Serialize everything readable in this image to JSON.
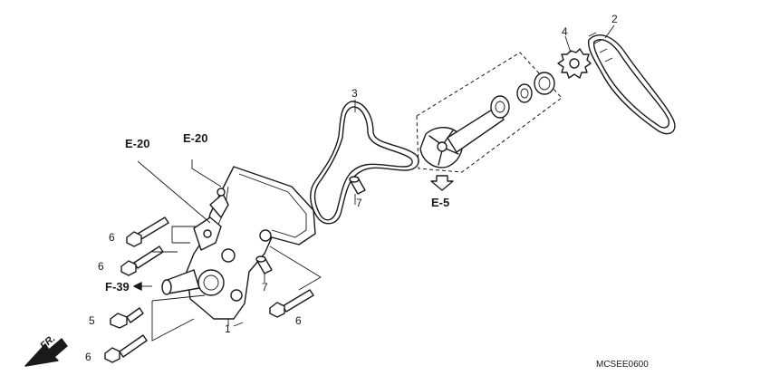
{
  "callouts": {
    "water_pump_cover": "1",
    "drive_chain": "2",
    "o_ring": "3",
    "sprocket": "4",
    "bolt_5": "5",
    "bolt_6": "6",
    "dowel_pin": "7"
  },
  "references": {
    "e20_left": "E-20",
    "e20_right": "E-20",
    "e5": "E-5",
    "f39": "F-39"
  },
  "direction": "FR.",
  "diagram_code": "MCSEE0600"
}
